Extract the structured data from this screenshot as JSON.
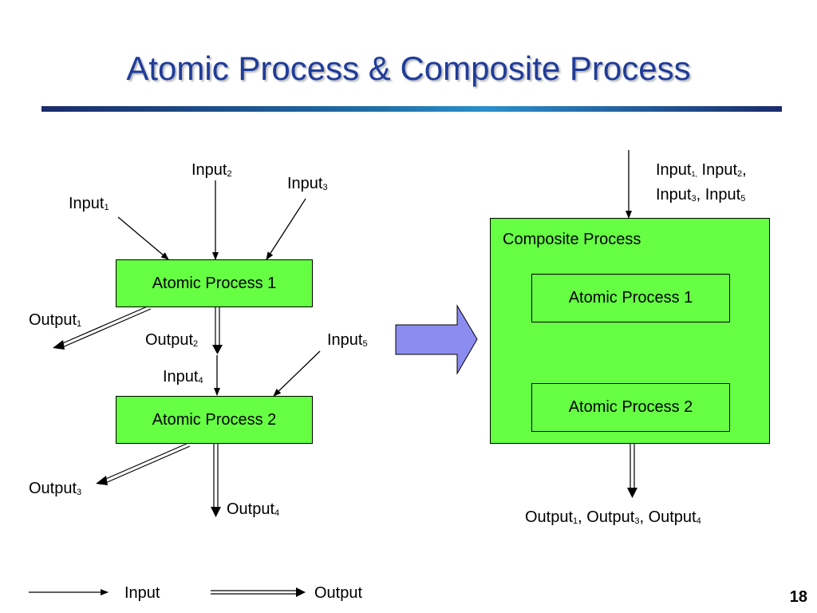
{
  "title": "Atomic Process & Composite Process",
  "page_number": "18",
  "left": {
    "input1": {
      "base": "Input",
      "sub": "1"
    },
    "input2": {
      "base": "Input",
      "sub": "2"
    },
    "input3": {
      "base": "Input",
      "sub": "3"
    },
    "input4": {
      "base": "Input",
      "sub": "4"
    },
    "input5": {
      "base": "Input",
      "sub": "5"
    },
    "output1": {
      "base": "Output",
      "sub": "1"
    },
    "output2": {
      "base": "Output",
      "sub": "2"
    },
    "output3": {
      "base": "Output",
      "sub": "3"
    },
    "output4": {
      "base": "Output",
      "sub": "4"
    },
    "process1": "Atomic Process 1",
    "process2": "Atomic Process 2"
  },
  "right": {
    "inputs_line1": {
      "a_base": "Input",
      "a_sub": "1,",
      "b_base": " Input",
      "b_sub": "2",
      "tail": ","
    },
    "inputs_line2": {
      "a_base": "Input",
      "a_sub": "3",
      "mid": ", Input",
      "b_sub": "5"
    },
    "composite_label": "Composite Process",
    "process1": "Atomic Process 1",
    "process2": "Atomic Process 2",
    "outputs": {
      "a": "Output",
      "a_sub": "1",
      "b": ", Output",
      "b_sub": "3",
      "c": ", Output",
      "c_sub": "4"
    }
  },
  "legend": {
    "input_label": "Input",
    "output_label": "Output"
  },
  "colors": {
    "title": "#1f3c99",
    "process_fill": "#66ff44",
    "transform_arrow": "#8c8cf0"
  }
}
